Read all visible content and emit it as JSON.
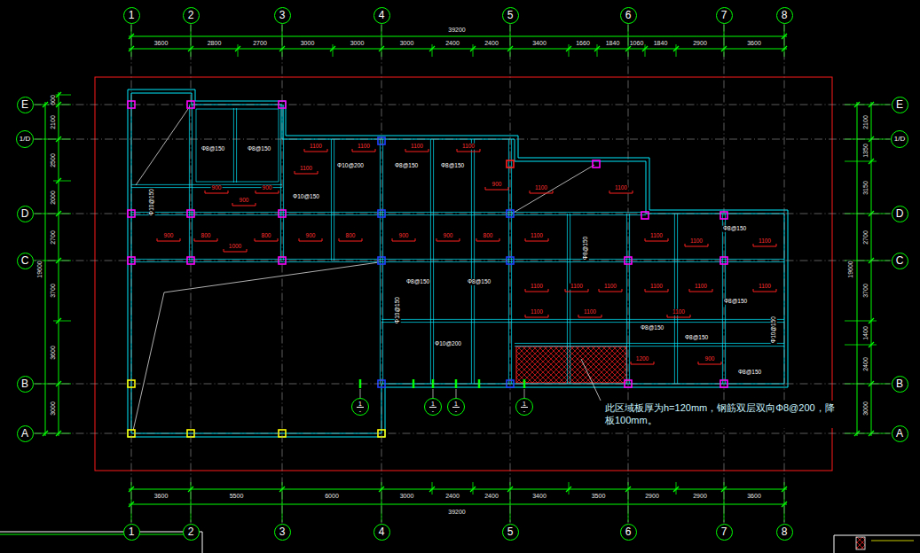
{
  "diagram": {
    "nodes": [
      {
        "text": [
          "1"
        ]
      },
      {
        "text": [
          "2"
        ]
      },
      {
        "text": [
          "3"
        ]
      },
      {
        "text": [
          "4"
        ]
      },
      {
        "text": [
          "5"
        ]
      },
      {
        "text": [
          "6"
        ]
      },
      {
        "text": [
          "7"
        ]
      },
      {
        "text": [
          "8"
        ]
      },
      {
        "text": [
          "E"
        ]
      },
      {
        "text": [
          "1/D"
        ]
      },
      {
        "text": [
          "D"
        ]
      },
      {
        "text": [
          "C"
        ]
      },
      {
        "text": [
          "B"
        ]
      },
      {
        "text": [
          "A"
        ]
      },
      {
        "text": [
          "E"
        ]
      },
      {
        "text": [
          "1/D"
        ]
      },
      {
        "text": [
          "D"
        ]
      },
      {
        "text": [
          "C"
        ]
      },
      {
        "text": [
          "B"
        ]
      },
      {
        "text": [
          "A"
        ]
      },
      {
        "text": [
          "1",
          "-"
        ]
      },
      {
        "text": [
          "1",
          "-"
        ]
      },
      {
        "text": [
          "1",
          "-"
        ]
      },
      {
        "text": [
          "1",
          "-"
        ]
      },
      {
        "text": [
          "1"
        ]
      },
      {
        "text": [
          "2"
        ]
      },
      {
        "text": [
          "3"
        ]
      },
      {
        "text": [
          "4"
        ]
      },
      {
        "text": [
          "5"
        ]
      },
      {
        "text": [
          "6"
        ]
      },
      {
        "text": [
          "7"
        ]
      },
      {
        "text": [
          "8"
        ]
      }
    ],
    "edges": [
      {
        "from": 0,
        "to": 24,
        "arrow": "none"
      },
      {
        "from": 1,
        "to": 25,
        "arrow": "none"
      },
      {
        "from": 2,
        "to": 26,
        "arrow": "none"
      },
      {
        "from": 3,
        "to": 27,
        "arrow": "none"
      },
      {
        "from": 4,
        "to": 28,
        "arrow": "none"
      },
      {
        "from": 5,
        "to": 29,
        "arrow": "none"
      },
      {
        "from": 6,
        "to": 30,
        "arrow": "none"
      },
      {
        "from": 7,
        "to": 31,
        "arrow": "none"
      },
      {
        "from": 8,
        "to": 14,
        "arrow": "none"
      },
      {
        "from": 9,
        "to": 15,
        "arrow": "none"
      },
      {
        "from": 10,
        "to": 16,
        "arrow": "none"
      },
      {
        "from": 11,
        "to": 17,
        "arrow": "none"
      },
      {
        "from": 12,
        "to": 18,
        "arrow": "none"
      },
      {
        "from": 13,
        "to": 19,
        "arrow": "none"
      }
    ],
    "labels": [
      "39200",
      "3600",
      "2800",
      "2700",
      "3000",
      "3000",
      "3000",
      "2400",
      "2400",
      "3400",
      "1660",
      "1840",
      "1060",
      "1840",
      "2900",
      "3600",
      "3600",
      "5500",
      "6000",
      "3000",
      "2400",
      "2400",
      "3400",
      "3500",
      "2900",
      "2900",
      "3600",
      "39200",
      "600",
      "2100",
      "2500",
      "2000",
      "2700",
      "3700",
      "3600",
      "3000",
      "19600",
      "2100",
      "1350",
      "3150",
      "2700",
      "3700",
      "1400",
      "2400",
      "3000",
      "19600",
      "Φ8@150",
      "Φ8@150",
      "Φ10@150",
      "Φ10@150",
      "Φ10@200",
      "Φ8@150",
      "Φ8@150",
      "900",
      "900",
      "900",
      "1100",
      "1100",
      "1100",
      "1100",
      "1100",
      "900",
      "1100",
      "1100",
      "900",
      "800",
      "1000",
      "800",
      "900",
      "800",
      "900",
      "900",
      "800",
      "1100",
      "1100",
      "Φ8@150",
      "Φ8@150",
      "1100",
      "1100",
      "Φ8@150",
      "Φ8@150",
      "Φ10@150",
      "Φ10@200",
      "1100",
      "1100",
      "1100",
      "1100",
      "1100",
      "1100",
      "Φ8@150",
      "Φ10@150",
      "Φ8@150",
      "Φ8@150",
      "1100",
      "1100",
      "1100",
      "1200",
      "900",
      "Φ8@150",
      "此区域板厚为h=120mm，钢筋双层双向Φ8@200，降板100mm。"
    ]
  }
}
